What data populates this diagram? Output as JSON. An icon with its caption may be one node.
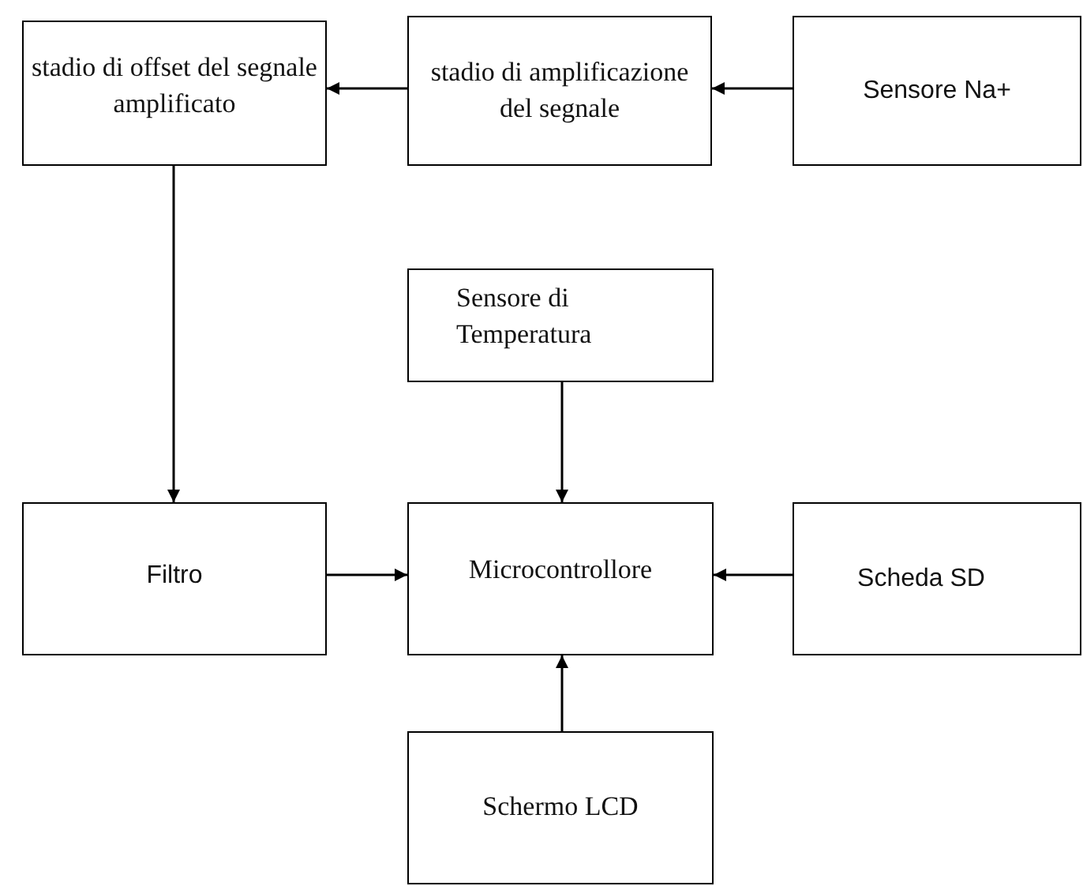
{
  "diagram": {
    "nodes": [
      {
        "text": [
          "stadio di offset del segnale amplificato"
        ]
      },
      {
        "text": [
          "stadio di amplificazione del segnale"
        ]
      },
      {
        "text": [
          "Sensore Na+"
        ]
      },
      {
        "text": [
          "Sensore di Temperatura"
        ]
      },
      {
        "text": [
          "Filtro"
        ]
      },
      {
        "text": [
          "Microcontrollore"
        ]
      },
      {
        "text": [
          "Scheda SD"
        ]
      },
      {
        "text": [
          "Schermo LCD"
        ]
      }
    ],
    "edges": [
      {
        "from": 2,
        "to": 1,
        "arrow": "to"
      },
      {
        "from": 1,
        "to": 0,
        "arrow": "to"
      },
      {
        "from": 0,
        "to": 4,
        "arrow": "to"
      },
      {
        "from": 3,
        "to": 5,
        "arrow": "to"
      },
      {
        "from": 4,
        "to": 5,
        "arrow": "to"
      },
      {
        "from": 6,
        "to": 5,
        "arrow": "to"
      },
      {
        "from": 7,
        "to": 5,
        "arrow": "to"
      }
    ]
  }
}
